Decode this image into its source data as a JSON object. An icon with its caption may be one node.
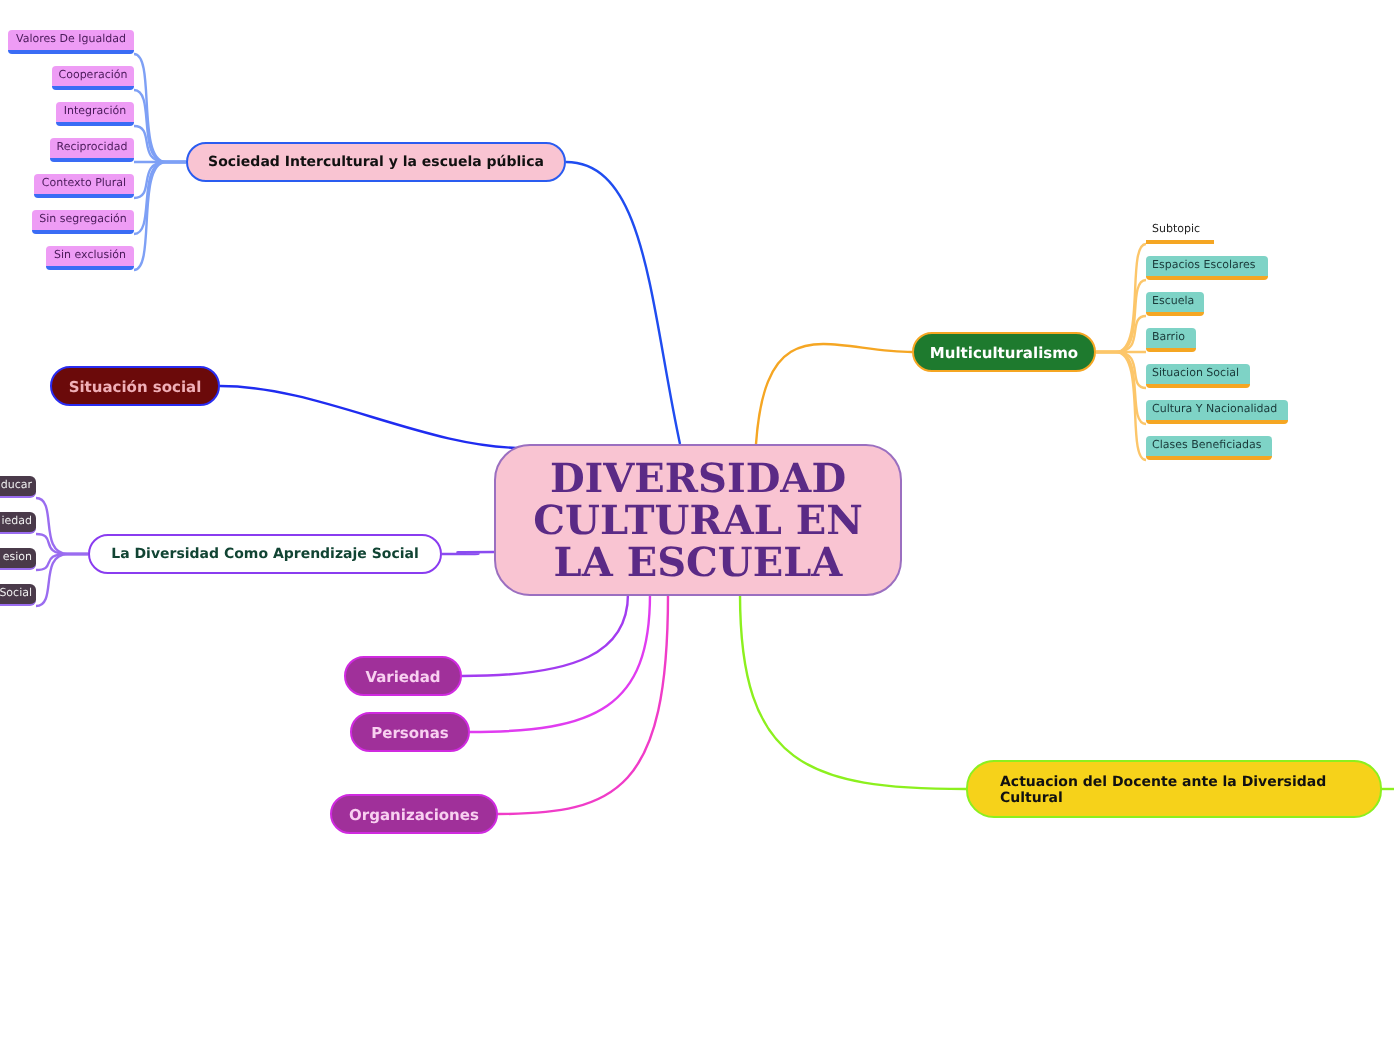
{
  "diagram": {
    "nodes": [
      {
        "text": [
          "DIVERSIDAD CULTURAL EN LA ESCUELA"
        ]
      },
      {
        "text": [
          "Sociedad Intercultural y la escuela pública"
        ]
      },
      {
        "text": [
          "Valores De Igualdad"
        ]
      },
      {
        "text": [
          "Cooperación"
        ]
      },
      {
        "text": [
          "Integración"
        ]
      },
      {
        "text": [
          "Reciprocidad"
        ]
      },
      {
        "text": [
          "Contexto Plural"
        ]
      },
      {
        "text": [
          "Sin segregación"
        ]
      },
      {
        "text": [
          "Sin exclusión"
        ]
      },
      {
        "text": [
          "Situación social"
        ]
      },
      {
        "text": [
          "La Diversidad Como Aprendizaje Social"
        ]
      },
      {
        "text": [
          "ducar"
        ]
      },
      {
        "text": [
          "iedad"
        ]
      },
      {
        "text": [
          "esion"
        ]
      },
      {
        "text": [
          "Social"
        ]
      },
      {
        "text": [
          "Multiculturalismo"
        ]
      },
      {
        "text": [
          "Subtopic"
        ]
      },
      {
        "text": [
          "Espacios Escolares"
        ]
      },
      {
        "text": [
          "Escuela"
        ]
      },
      {
        "text": [
          "Barrio"
        ]
      },
      {
        "text": [
          "Situacion Social"
        ]
      },
      {
        "text": [
          "Cultura Y Nacionalidad"
        ]
      },
      {
        "text": [
          "Clases Beneficiadas"
        ]
      },
      {
        "text": [
          "Variedad"
        ]
      },
      {
        "text": [
          "Personas"
        ]
      },
      {
        "text": [
          "Organizaciones"
        ]
      },
      {
        "text": [
          "Actuacion del Docente ante la Diversidad Cultural"
        ]
      }
    ],
    "edges": [
      {
        "from": 0,
        "to": 1,
        "arrow": "none",
        "color": "#1f4cf0"
      },
      {
        "from": 0,
        "to": 9,
        "arrow": "none",
        "color": "#1f2cf0"
      },
      {
        "from": 0,
        "to": 10,
        "arrow": "none",
        "color": "#8a4cf0"
      },
      {
        "from": 0,
        "to": 15,
        "arrow": "none",
        "color": "#f5a623"
      },
      {
        "from": 0,
        "to": 23,
        "arrow": "none",
        "color": "#a23cf0"
      },
      {
        "from": 0,
        "to": 24,
        "arrow": "none",
        "color": "#e03cf0"
      },
      {
        "from": 0,
        "to": 25,
        "arrow": "none",
        "color": "#f03cc8"
      },
      {
        "from": 0,
        "to": 26,
        "arrow": "none",
        "color": "#8cf01e"
      },
      {
        "from": 1,
        "to": 2,
        "arrow": "none",
        "color": "#7ea0f5"
      },
      {
        "from": 1,
        "to": 3,
        "arrow": "none",
        "color": "#7ea0f5"
      },
      {
        "from": 1,
        "to": 4,
        "arrow": "none",
        "color": "#7ea0f5"
      },
      {
        "from": 1,
        "to": 5,
        "arrow": "none",
        "color": "#7ea0f5"
      },
      {
        "from": 1,
        "to": 6,
        "arrow": "none",
        "color": "#7ea0f5"
      },
      {
        "from": 1,
        "to": 7,
        "arrow": "none",
        "color": "#7ea0f5"
      },
      {
        "from": 1,
        "to": 8,
        "arrow": "none",
        "color": "#7ea0f5"
      },
      {
        "from": 10,
        "to": 11,
        "arrow": "none",
        "color": "#9a6cf0"
      },
      {
        "from": 10,
        "to": 12,
        "arrow": "none",
        "color": "#9a6cf0"
      },
      {
        "from": 10,
        "to": 13,
        "arrow": "none",
        "color": "#9a6cf0"
      },
      {
        "from": 10,
        "to": 14,
        "arrow": "none",
        "color": "#9a6cf0"
      },
      {
        "from": 15,
        "to": 16,
        "arrow": "none",
        "color": "#fcc66a"
      },
      {
        "from": 15,
        "to": 17,
        "arrow": "none",
        "color": "#fcc66a"
      },
      {
        "from": 15,
        "to": 18,
        "arrow": "none",
        "color": "#fcc66a"
      },
      {
        "from": 15,
        "to": 19,
        "arrow": "none",
        "color": "#fcc66a"
      },
      {
        "from": 15,
        "to": 20,
        "arrow": "none",
        "color": "#fcc66a"
      },
      {
        "from": 15,
        "to": 21,
        "arrow": "none",
        "color": "#fcc66a"
      },
      {
        "from": 15,
        "to": 22,
        "arrow": "none",
        "color": "#fcc66a"
      },
      {
        "from": 26,
        "to": null,
        "arrow": "none",
        "color": "#8cf01e"
      }
    ]
  }
}
